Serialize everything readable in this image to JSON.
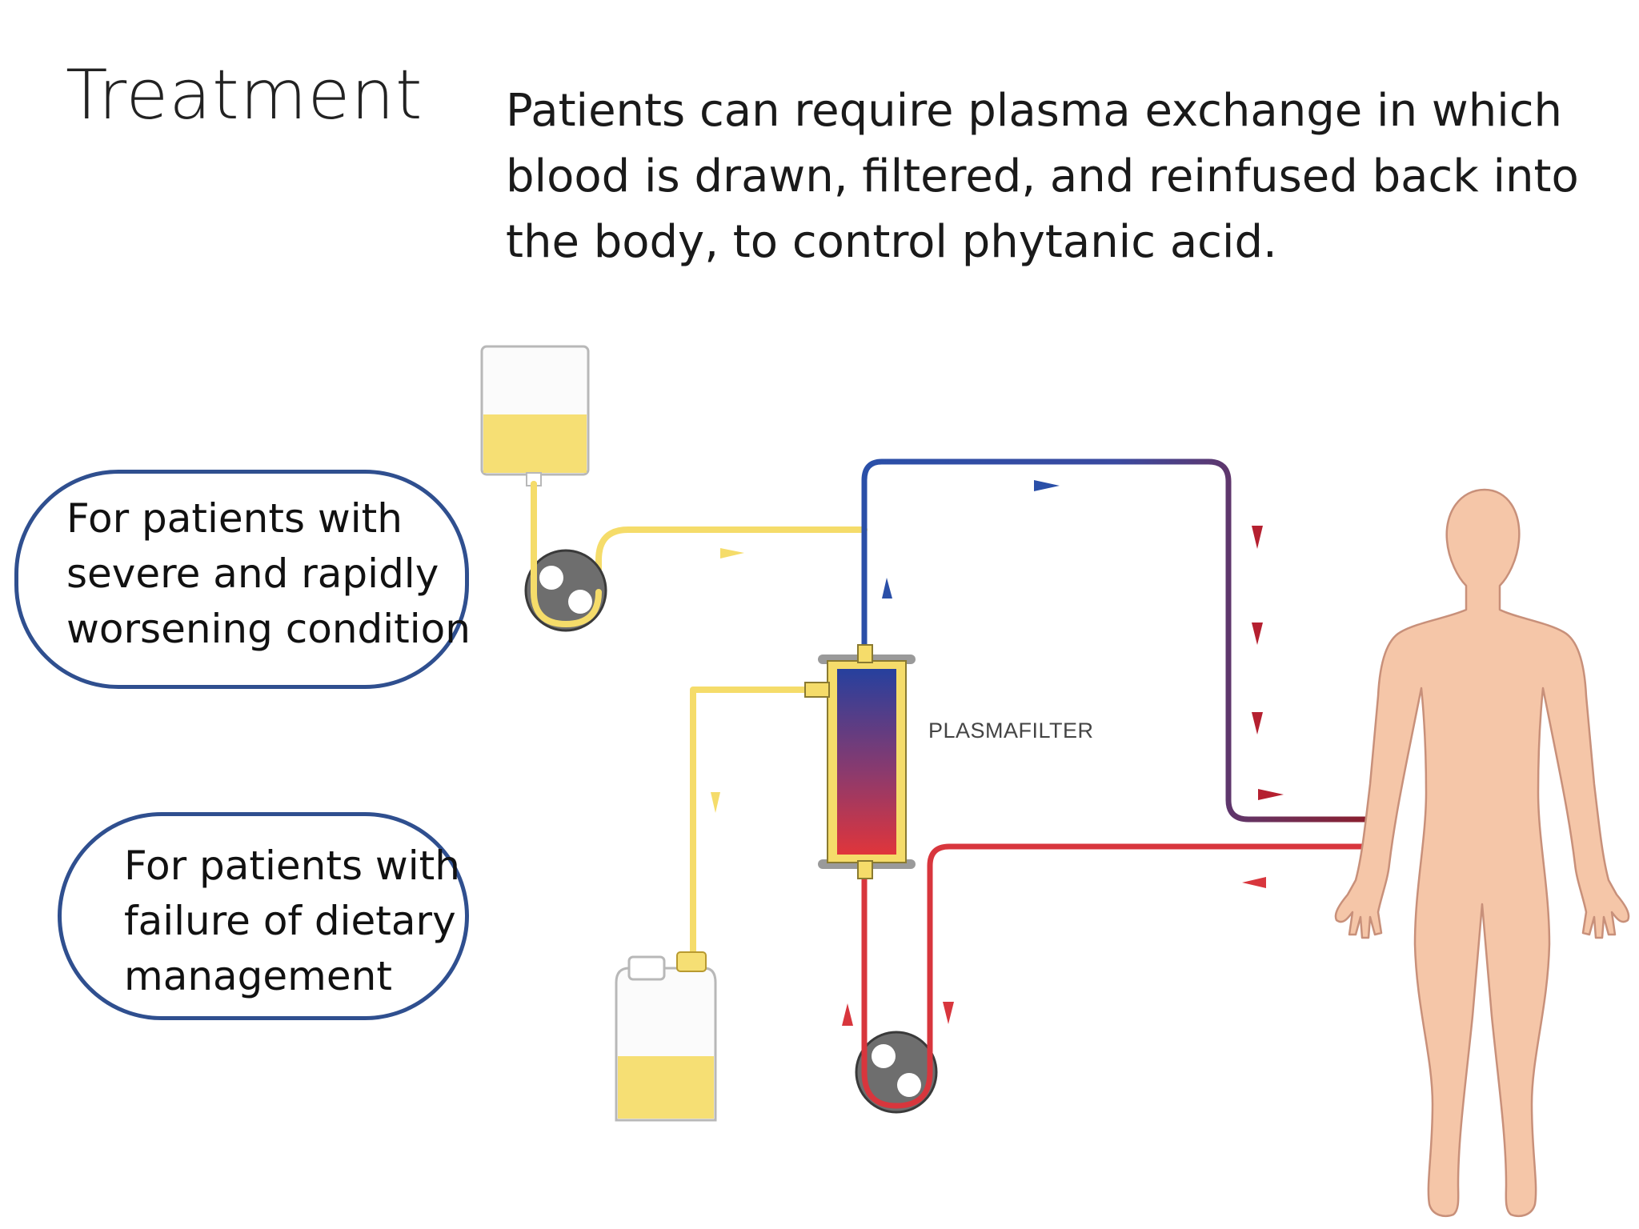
{
  "slide": {
    "title": "Treatment",
    "intro_lines": [
      "Patients can require plasma exchange in which",
      "blood is drawn, filtered, and reinfused back into",
      "the body, to control phytanic acid."
    ]
  },
  "callouts": [
    {
      "lines": [
        "For patients with",
        "severe and rapidly",
        "worsening condition"
      ]
    },
    {
      "lines": [
        "For patients with",
        "failure of dietary",
        "management"
      ]
    }
  ],
  "diagram": {
    "filter_label": "PLASMAFILTER"
  },
  "colors": {
    "plasma": "#f5dc6a",
    "plasma_fill": "#f6df74",
    "venous_blue": "#2a4fa8",
    "arterial_red": "#d8363d",
    "dark_red": "#8a1f2e",
    "skin": "#f5c6a8",
    "skin_outline": "#c8907a",
    "callout_border": "#2f4f8f"
  }
}
